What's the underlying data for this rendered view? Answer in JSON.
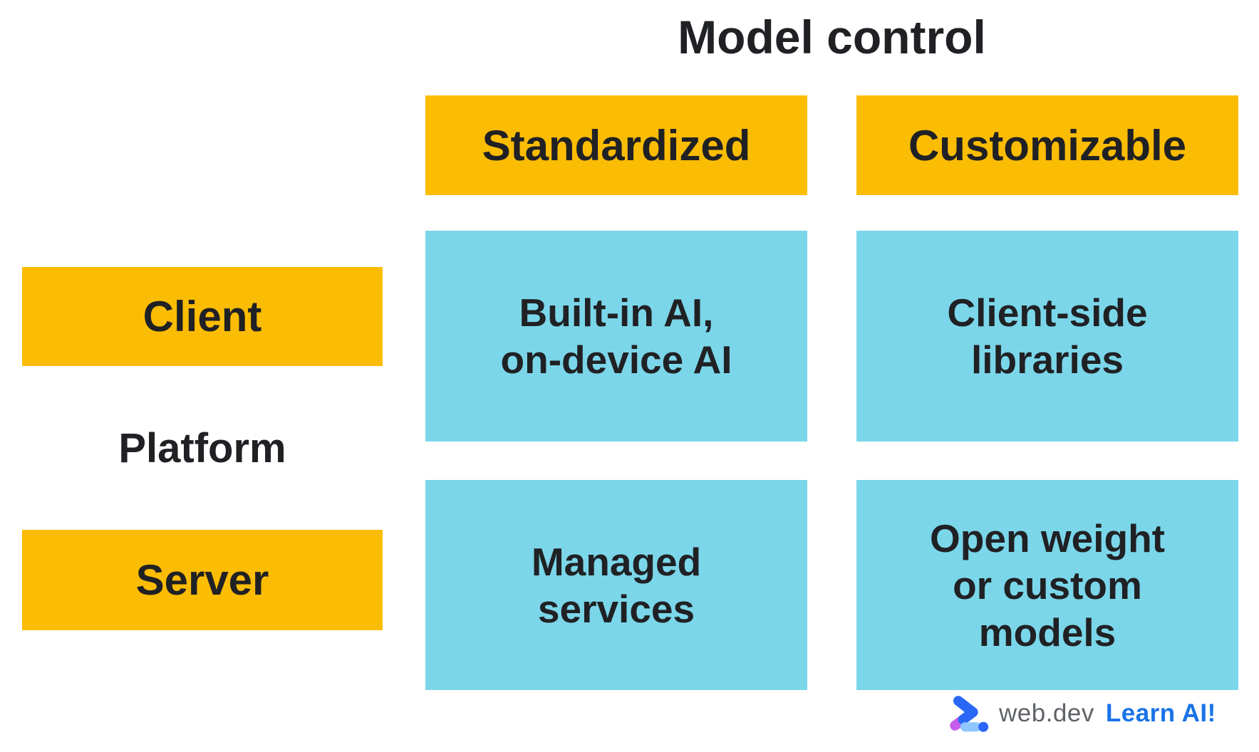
{
  "title": "Model control",
  "matrix": {
    "column_axis_title": "Model control",
    "row_axis_title": "Platform",
    "columns": [
      "Standardized",
      "Customizable"
    ],
    "rows": [
      "Client",
      "Server"
    ],
    "cells": {
      "client_standardized": "Built-in AI,\non-device AI",
      "client_customizable": "Client-side\nlibraries",
      "server_standardized": "Managed\nservices",
      "server_customizable": "Open weight\nor custom\nmodels"
    }
  },
  "footer": {
    "brand_text": "web.dev",
    "campaign_text": "Learn AI!"
  },
  "colors": {
    "header_bg": "#FBBC04",
    "cell_bg": "#7BD6E9",
    "text": "#202124",
    "brand_gray": "#5F6368",
    "brand_blue": "#1A73E8",
    "logo_blue": "#2B67F6",
    "logo_purple": "#C45EEA",
    "logo_light_blue": "#8EC6FF"
  }
}
